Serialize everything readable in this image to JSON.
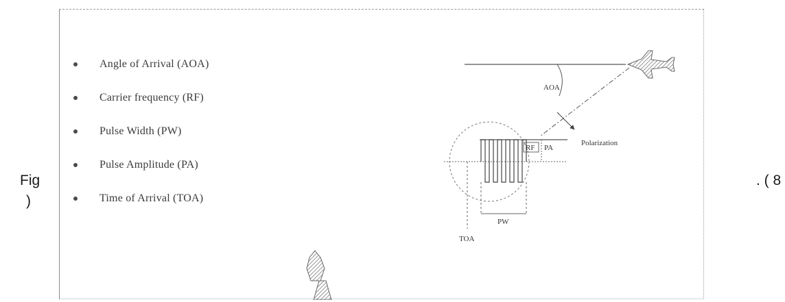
{
  "side_text": {
    "left_top": "Fig",
    "left_bottom": ")",
    "right": ". ( 8"
  },
  "bullets": [
    "Angle of Arrival (AOA)",
    "Carrier frequency (RF)",
    "Pulse Width (PW)",
    "Pulse Amplitude (PA)",
    "Time of Arrival (TOA)"
  ],
  "diagram_labels": {
    "aoa": "AOA",
    "polarization": "Polarization",
    "rf": "RF",
    "pa": "PA",
    "pw": "PW",
    "toa": "TOA"
  },
  "icons": {
    "aircraft": "aircraft-icon",
    "antenna": "antenna-icon"
  },
  "colors": {
    "line": "#555555",
    "hatch": "#7a7a7a"
  }
}
